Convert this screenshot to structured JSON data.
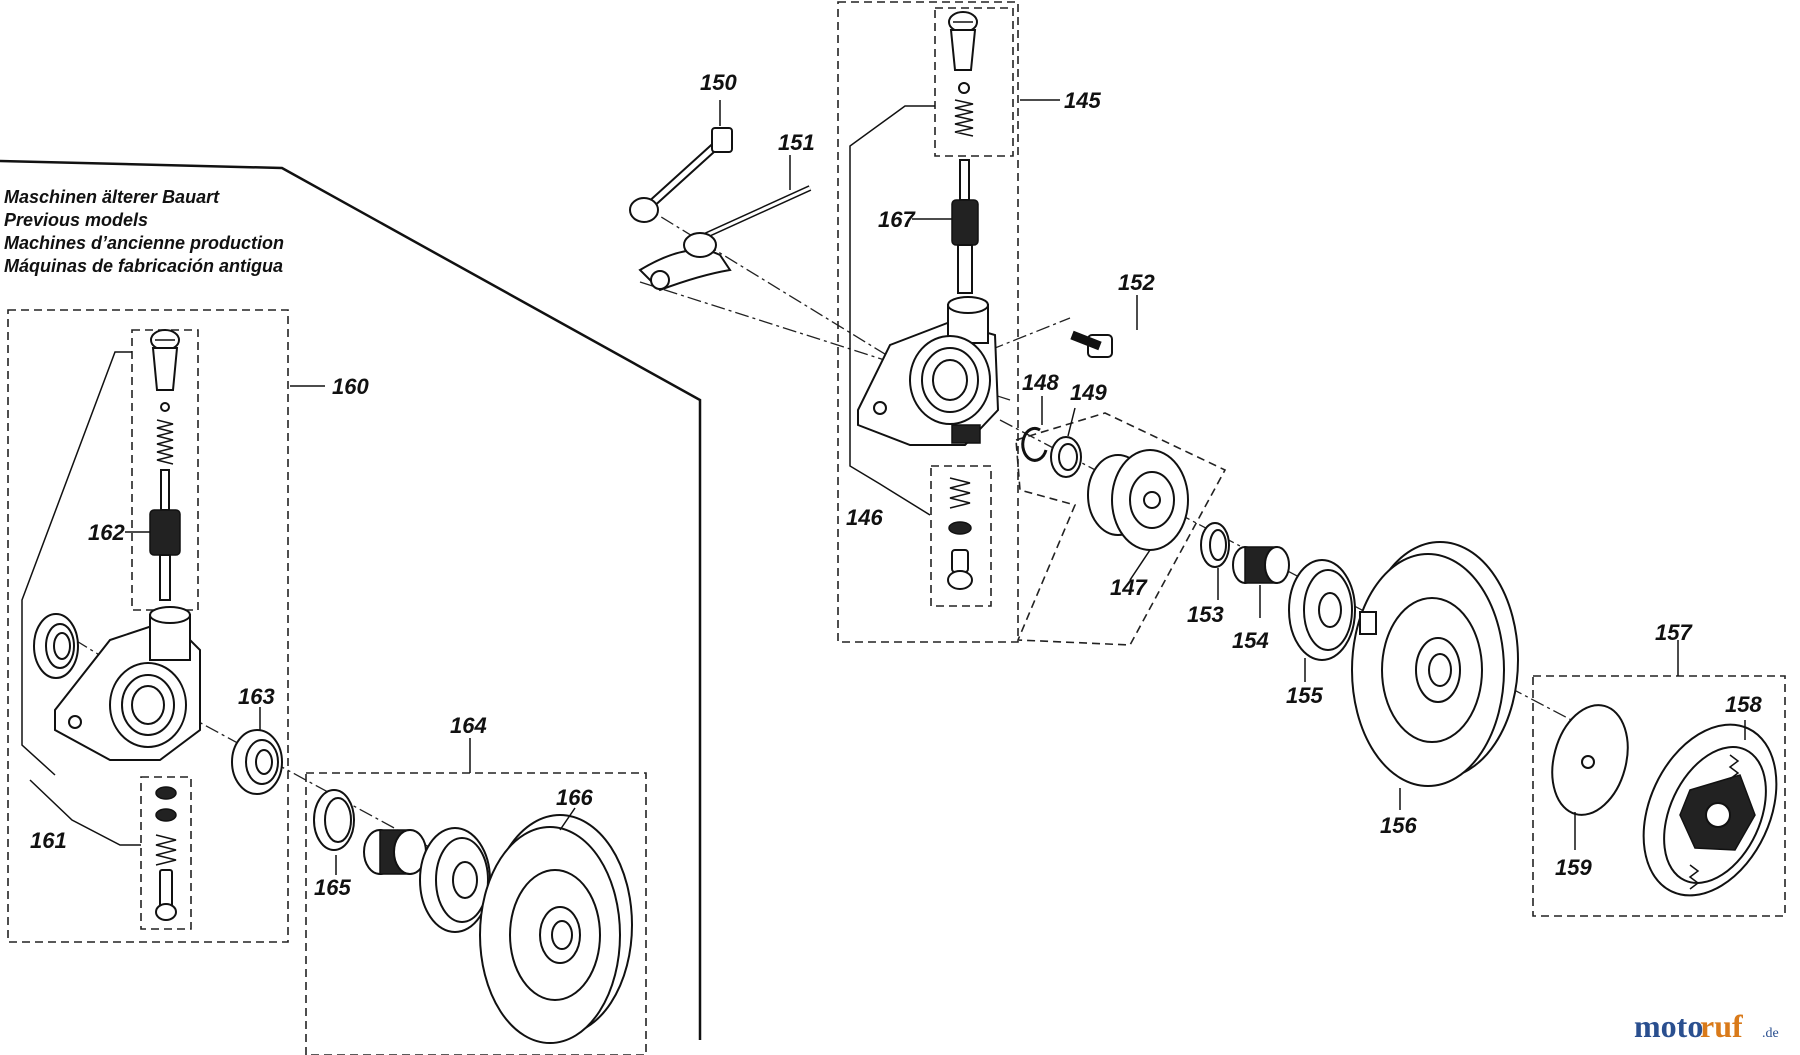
{
  "note": {
    "lines": [
      "Maschinen älterer Bauart",
      "Previous models",
      "Machines d’ancienne production",
      "Máquinas de fabricación antigua"
    ]
  },
  "labels": {
    "p145": "145",
    "p146": "146",
    "p147": "147",
    "p148": "148",
    "p149": "149",
    "p150": "150",
    "p151": "151",
    "p152": "152",
    "p153": "153",
    "p154": "154",
    "p155": "155",
    "p156": "156",
    "p157": "157",
    "p158": "158",
    "p159": "159",
    "p160": "160",
    "p161": "161",
    "p162": "162",
    "p163": "163",
    "p164": "164",
    "p165": "165",
    "p166": "166",
    "p167": "167"
  },
  "watermark": {
    "part1": "moto",
    "part2": "ruf",
    "suffix": ".de"
  }
}
